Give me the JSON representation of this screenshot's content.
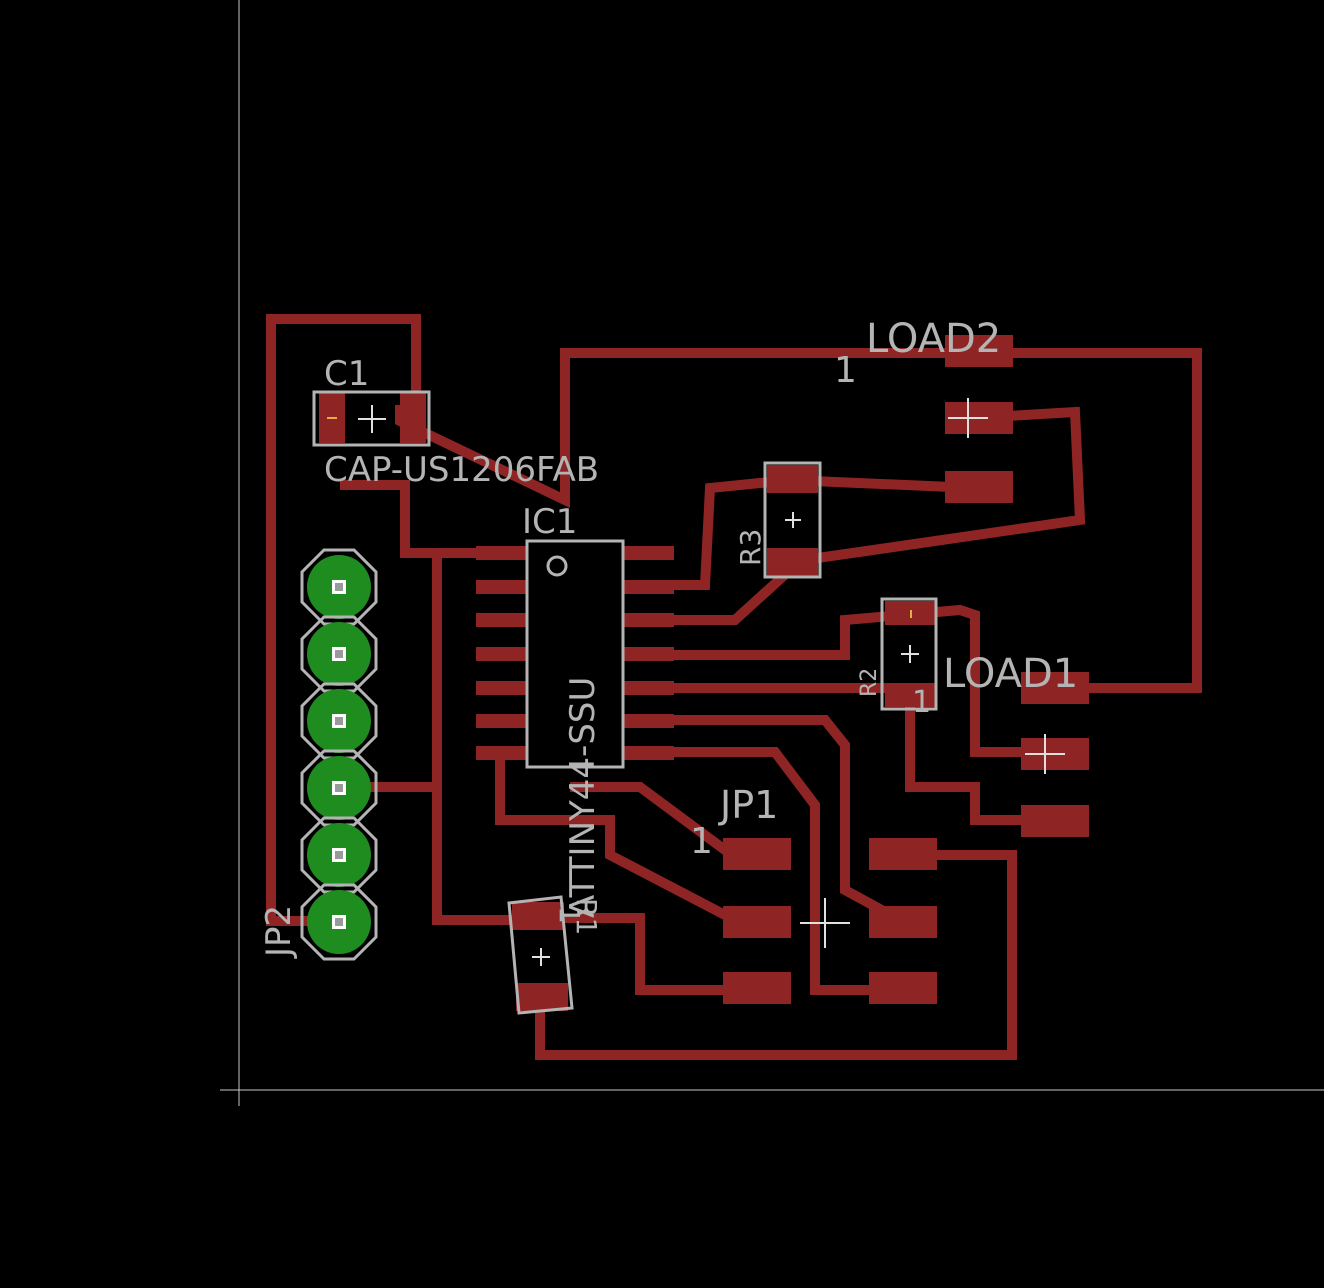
{
  "board": {
    "labels": {
      "c1_name": "C1",
      "c1_value": "CAP-US1206FAB",
      "ic1_name": "IC1",
      "ic1_value": "ATTINY44-SSU",
      "r1_name": "R1",
      "r2_name": "R2",
      "r3_name": "R3",
      "load1": "LOAD1",
      "load2": "LOAD2",
      "jp1": "JP1",
      "jp2": "JP2",
      "pin1_load2": "1",
      "pin1_load1": "1",
      "pin1_jp1": "1",
      "pin1_r1": "1"
    },
    "colors": {
      "background": "#000000",
      "copper": "#8f2424",
      "silkscreen": "#b4b4b4",
      "via_pad": "#1e8c1e"
    }
  }
}
